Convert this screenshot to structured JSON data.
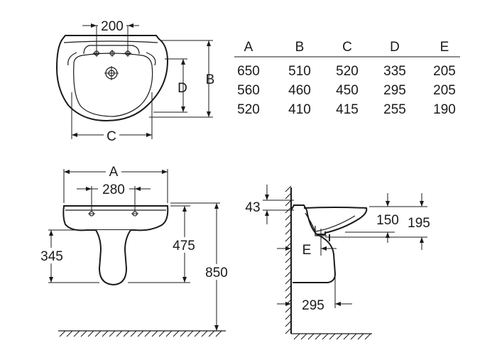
{
  "table": {
    "headers": [
      "A",
      "B",
      "C",
      "D",
      "E"
    ],
    "rows": [
      [
        "650",
        "510",
        "520",
        "335",
        "205"
      ],
      [
        "560",
        "460",
        "450",
        "295",
        "205"
      ],
      [
        "520",
        "410",
        "415",
        "255",
        "190"
      ]
    ]
  },
  "top_view": {
    "dim_taps": "200",
    "label_b": "B",
    "label_d": "D",
    "label_c": "C"
  },
  "front_view": {
    "label_a": "A",
    "dim_holes": "280",
    "dim_pedestal": "345",
    "dim_rim": "475",
    "dim_total": "850"
  },
  "side_view": {
    "dim_43": "43",
    "dim_150": "150",
    "dim_195": "195",
    "label_e": "E",
    "dim_295": "295"
  }
}
